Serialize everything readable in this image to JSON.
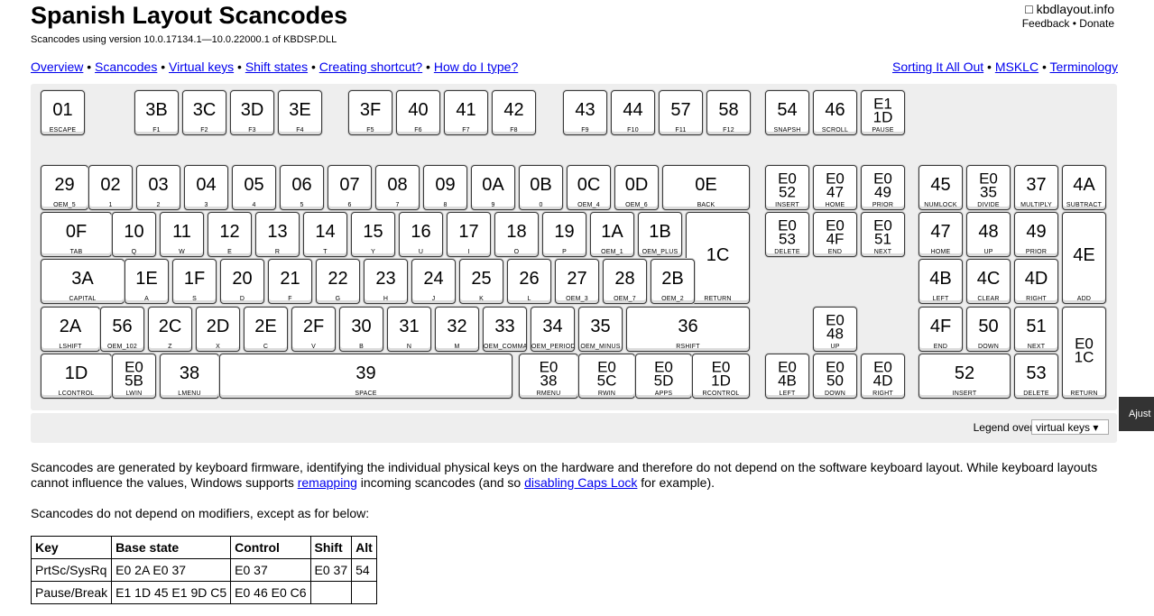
{
  "header": {
    "title": "Spanish Layout Scancodes",
    "subtitle": "Scancodes using version 10.0.17134.1—10.0.22000.1 of KBDSP.DLL",
    "site": "□ kbdlayout.info",
    "feedback": "Feedback",
    "sep": "•",
    "donate": "Donate"
  },
  "nav": [
    {
      "label": "Overview"
    },
    {
      "label": "Scancodes"
    },
    {
      "label": "Virtual keys"
    },
    {
      "label": "Shift states"
    },
    {
      "label": "Creating shortcut?"
    },
    {
      "label": "How do I type?"
    }
  ],
  "nav_right": [
    {
      "label": "Sorting It All Out"
    },
    {
      "label": "MSKLC"
    },
    {
      "label": "Terminology"
    }
  ],
  "keys": [
    {
      "code": "01",
      "label": "ESCAPE"
    },
    {
      "code": "3B",
      "label": "F1"
    },
    {
      "code": "3C",
      "label": "F2"
    },
    {
      "code": "3D",
      "label": "F3"
    },
    {
      "code": "3E",
      "label": "F4"
    },
    {
      "code": "3F",
      "label": "F5"
    },
    {
      "code": "40",
      "label": "F6"
    },
    {
      "code": "41",
      "label": "F7"
    },
    {
      "code": "42",
      "label": "F8"
    },
    {
      "code": "43",
      "label": "F9"
    },
    {
      "code": "44",
      "label": "F10"
    },
    {
      "code": "57",
      "label": "F11"
    },
    {
      "code": "58",
      "label": "F12"
    },
    {
      "code": "54",
      "label": "SNAPSH"
    },
    {
      "code": "46",
      "label": "SCROLL"
    },
    {
      "code": "E1\n1D",
      "label": "PAUSE"
    },
    {
      "code": "29",
      "label": "OEM_5"
    },
    {
      "code": "02",
      "label": "1"
    },
    {
      "code": "03",
      "label": "2"
    },
    {
      "code": "04",
      "label": "3"
    },
    {
      "code": "05",
      "label": "4"
    },
    {
      "code": "06",
      "label": "5"
    },
    {
      "code": "07",
      "label": "6"
    },
    {
      "code": "08",
      "label": "7"
    },
    {
      "code": "09",
      "label": "8"
    },
    {
      "code": "0A",
      "label": "9"
    },
    {
      "code": "0B",
      "label": "0"
    },
    {
      "code": "0C",
      "label": "OEM_4"
    },
    {
      "code": "0D",
      "label": "OEM_6"
    },
    {
      "code": "0E",
      "label": "BACK"
    },
    {
      "code": "E0\n52",
      "label": "INSERT"
    },
    {
      "code": "E0\n47",
      "label": "HOME"
    },
    {
      "code": "E0\n49",
      "label": "PRIOR"
    },
    {
      "code": "45",
      "label": "NUMLOCK"
    },
    {
      "code": "E0\n35",
      "label": "DIVIDE"
    },
    {
      "code": "37",
      "label": "MULTIPLY"
    },
    {
      "code": "4A",
      "label": "SUBTRACT"
    },
    {
      "code": "0F",
      "label": "TAB"
    },
    {
      "code": "10",
      "label": "Q"
    },
    {
      "code": "11",
      "label": "W"
    },
    {
      "code": "12",
      "label": "E"
    },
    {
      "code": "13",
      "label": "R"
    },
    {
      "code": "14",
      "label": "T"
    },
    {
      "code": "15",
      "label": "Y"
    },
    {
      "code": "16",
      "label": "U"
    },
    {
      "code": "17",
      "label": "I"
    },
    {
      "code": "18",
      "label": "O"
    },
    {
      "code": "19",
      "label": "P"
    },
    {
      "code": "1A",
      "label": "OEM_1"
    },
    {
      "code": "1B",
      "label": "OEM_PLUS"
    },
    {
      "code": "1C",
      "label": "RETURN"
    },
    {
      "code": "E0\n53",
      "label": "DELETE"
    },
    {
      "code": "E0\n4F",
      "label": "END"
    },
    {
      "code": "E0\n51",
      "label": "NEXT"
    },
    {
      "code": "47",
      "label": "HOME"
    },
    {
      "code": "48",
      "label": "UP"
    },
    {
      "code": "49",
      "label": "PRIOR"
    },
    {
      "code": "4E",
      "label": "ADD"
    },
    {
      "code": "3A",
      "label": "CAPITAL"
    },
    {
      "code": "1E",
      "label": "A"
    },
    {
      "code": "1F",
      "label": "S"
    },
    {
      "code": "20",
      "label": "D"
    },
    {
      "code": "21",
      "label": "F"
    },
    {
      "code": "22",
      "label": "G"
    },
    {
      "code": "23",
      "label": "H"
    },
    {
      "code": "24",
      "label": "J"
    },
    {
      "code": "25",
      "label": "K"
    },
    {
      "code": "26",
      "label": "L"
    },
    {
      "code": "27",
      "label": "OEM_3"
    },
    {
      "code": "28",
      "label": "OEM_7"
    },
    {
      "code": "2B",
      "label": "OEM_2"
    },
    {
      "code": "4B",
      "label": "LEFT"
    },
    {
      "code": "4C",
      "label": "CLEAR"
    },
    {
      "code": "4D",
      "label": "RIGHT"
    },
    {
      "code": "2A",
      "label": "LSHIFT"
    },
    {
      "code": "56",
      "label": "OEM_102"
    },
    {
      "code": "2C",
      "label": "Z"
    },
    {
      "code": "2D",
      "label": "X"
    },
    {
      "code": "2E",
      "label": "C"
    },
    {
      "code": "2F",
      "label": "V"
    },
    {
      "code": "30",
      "label": "B"
    },
    {
      "code": "31",
      "label": "N"
    },
    {
      "code": "32",
      "label": "M"
    },
    {
      "code": "33",
      "label": "OEM_COMMA"
    },
    {
      "code": "34",
      "label": "OEM_PERIOD"
    },
    {
      "code": "35",
      "label": "OEM_MINUS"
    },
    {
      "code": "36",
      "label": "RSHIFT"
    },
    {
      "code": "E0\n48",
      "label": "UP"
    },
    {
      "code": "4F",
      "label": "END"
    },
    {
      "code": "50",
      "label": "DOWN"
    },
    {
      "code": "51",
      "label": "NEXT"
    },
    {
      "code": "E0\n1C",
      "label": "RETURN"
    },
    {
      "code": "1D",
      "label": "LCONTROL"
    },
    {
      "code": "E0\n5B",
      "label": "LWIN"
    },
    {
      "code": "38",
      "label": "LMENU"
    },
    {
      "code": "39",
      "label": "SPACE"
    },
    {
      "code": "E0\n38",
      "label": "RMENU"
    },
    {
      "code": "E0\n5C",
      "label": "RWIN"
    },
    {
      "code": "E0\n5D",
      "label": "APPS"
    },
    {
      "code": "E0\n1D",
      "label": "RCONTROL"
    },
    {
      "code": "E0\n4B",
      "label": "LEFT"
    },
    {
      "code": "E0\n50",
      "label": "DOWN"
    },
    {
      "code": "E0\n4D",
      "label": "RIGHT"
    },
    {
      "code": "52",
      "label": "INSERT"
    },
    {
      "code": "53",
      "label": "DELETE"
    }
  ],
  "legend": {
    "label": "Legend overlay:",
    "value": "virtual keys ▾"
  },
  "para1": {
    "before": "Scancodes are generated by keyboard firmware, identifying the individual physical keys on the hardware and therefore do not depend on the software keyboard layout. While keyboard layouts cannot influence the values, Windows supports ",
    "link1": "remapping",
    "middle": " incoming scancodes (and so ",
    "link2": "disabling Caps Lock",
    "after": " for example)."
  },
  "para2": "Scancodes do not depend on modifiers, except as for below:",
  "table": {
    "headers": [
      "Key",
      "Base state",
      "Control",
      "Shift",
      "Alt"
    ],
    "rows": [
      [
        "PrtSc/SysRq",
        "E0 2A E0 37",
        "E0 37",
        "E0 37",
        "54"
      ],
      [
        "Pause/Break",
        "E1 1D 45 E1 9D C5",
        "E0 46 E0 C6",
        "",
        ""
      ]
    ]
  },
  "side_tab": "Ajust"
}
